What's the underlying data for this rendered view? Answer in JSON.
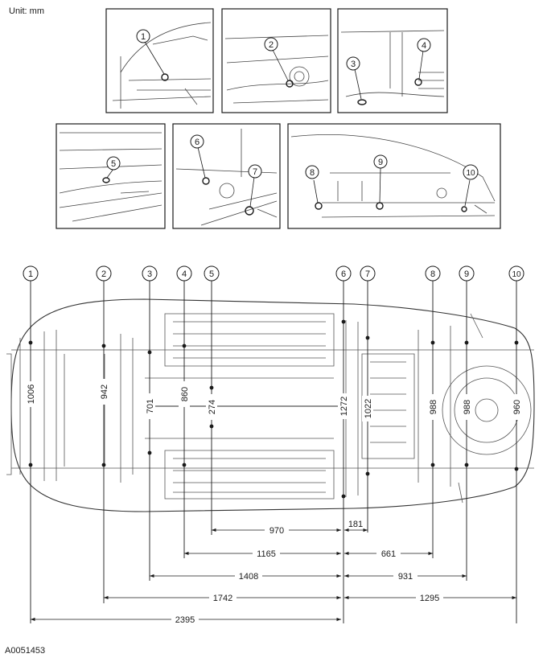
{
  "unit_label": "Unit: mm",
  "figure_id": "A0051453",
  "points": [
    {
      "id": "1",
      "height": "1006"
    },
    {
      "id": "2",
      "height": "942"
    },
    {
      "id": "3",
      "height": "701"
    },
    {
      "id": "4",
      "height": "860"
    },
    {
      "id": "5",
      "height": "274"
    },
    {
      "id": "6",
      "height": "1272"
    },
    {
      "id": "7",
      "height": "1022"
    },
    {
      "id": "8",
      "height": "988"
    },
    {
      "id": "9",
      "height": "988"
    },
    {
      "id": "10",
      "height": "960"
    }
  ],
  "dimensions": {
    "left_5": "970",
    "left_4": "1165",
    "left_3": "1408",
    "left_2": "1742",
    "left_1": "2395",
    "right_7": "181",
    "right_8": "661",
    "right_9": "931",
    "right_10": "1295"
  }
}
